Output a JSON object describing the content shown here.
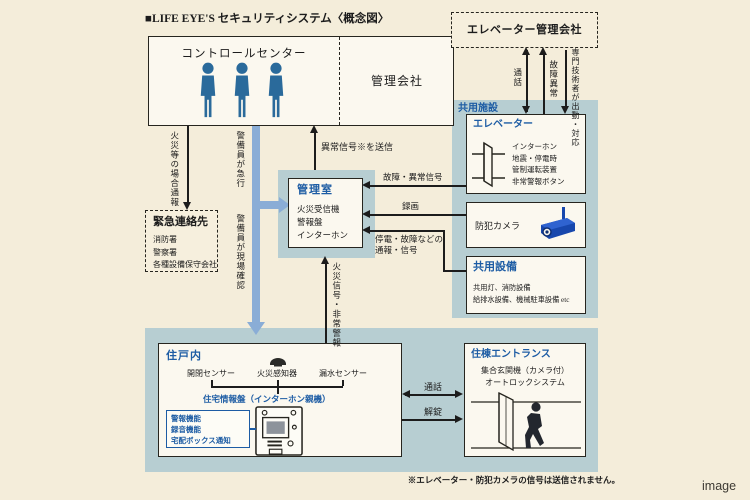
{
  "title": "■LIFE EYE'S セキュリティシステム〈概念図〉",
  "watermark": "image",
  "footnote": "※エレベーター・防犯カメラの信号は送信されません。",
  "colors": {
    "accent_blue": "#1d5ca4",
    "panel_teal": "#b7ced2",
    "flow_blue": "#8aadd6",
    "icon_blue": "#1747ad",
    "ink": "#1c1c1c",
    "background": "#f4edda"
  },
  "control_center": {
    "title": "コントロールセンター",
    "company": "管理会社"
  },
  "elevator_company": {
    "title": "エレベーター管理会社"
  },
  "top_flows": {
    "call": "通話",
    "fault": "故障異常",
    "dispatch": "専門技術者が出動・対応"
  },
  "emergency_contacts": {
    "title": "緊急連絡先",
    "items": [
      "消防署",
      "警察署",
      "各種設備保守会社"
    ]
  },
  "flow_labels": {
    "fire_case_report": "火災等の場合通報",
    "guard_rush": "警備員が急行",
    "guard_onsite": "警備員が現場確認",
    "abnormal_send": "異常信号※を送信",
    "fault_signal": "故障・異常信号",
    "recording": "録画",
    "power_fault_1": "停電・故障などの",
    "power_fault_2": "通報・信号",
    "fire_alarm": "火災信号・非常警報",
    "call": "通話",
    "unlock": "解錠"
  },
  "control_room": {
    "title": "管理室",
    "items": [
      "火災受信機",
      "警報盤",
      "インターホン"
    ]
  },
  "common_area": {
    "label": "共用施設",
    "elevator": {
      "title": "エレベーター",
      "features": [
        "インターホン",
        "地震・停電時",
        "管制運転装置",
        "非常警報ボタン"
      ]
    },
    "camera": {
      "title": "防犯カメラ"
    },
    "facilities": {
      "title": "共用設備",
      "lines": [
        "共用灯、消防設備",
        "給排水設備、機械駐車設備 etc"
      ]
    }
  },
  "residence": {
    "unit": {
      "title": "住戸内",
      "sensors": [
        "開閉センサー",
        "火災感知器",
        "漏水センサー"
      ],
      "panel": "住宅情報盤（インターホン親機）",
      "features": [
        "警報機能",
        "録音機能",
        "宅配ボックス通知"
      ]
    },
    "entrance": {
      "title": "住棟エントランス",
      "lines": [
        "集合玄関機（カメラ付）",
        "オートロックシステム"
      ]
    }
  }
}
